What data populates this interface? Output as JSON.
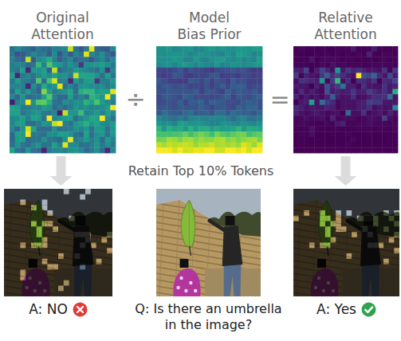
{
  "diagram": {
    "nodes": [
      {
        "text": [
          "Original Attention"
        ]
      },
      {
        "text": [
          "Model Bias Prior"
        ]
      },
      {
        "text": [
          "Relative Attention"
        ]
      },
      {
        "text": [
          "A: NO"
        ]
      },
      {
        "text": [
          "Q: Is there an umbrella in the image?"
        ]
      },
      {
        "text": [
          "A: Yes"
        ]
      }
    ],
    "edges": [
      {
        "from": 0,
        "to": 3,
        "arrow": "to"
      },
      {
        "from": 2,
        "to": 5,
        "arrow": "to"
      }
    ],
    "labels": [
      "÷",
      "=",
      "Retain Top 10% Tokens"
    ]
  }
}
